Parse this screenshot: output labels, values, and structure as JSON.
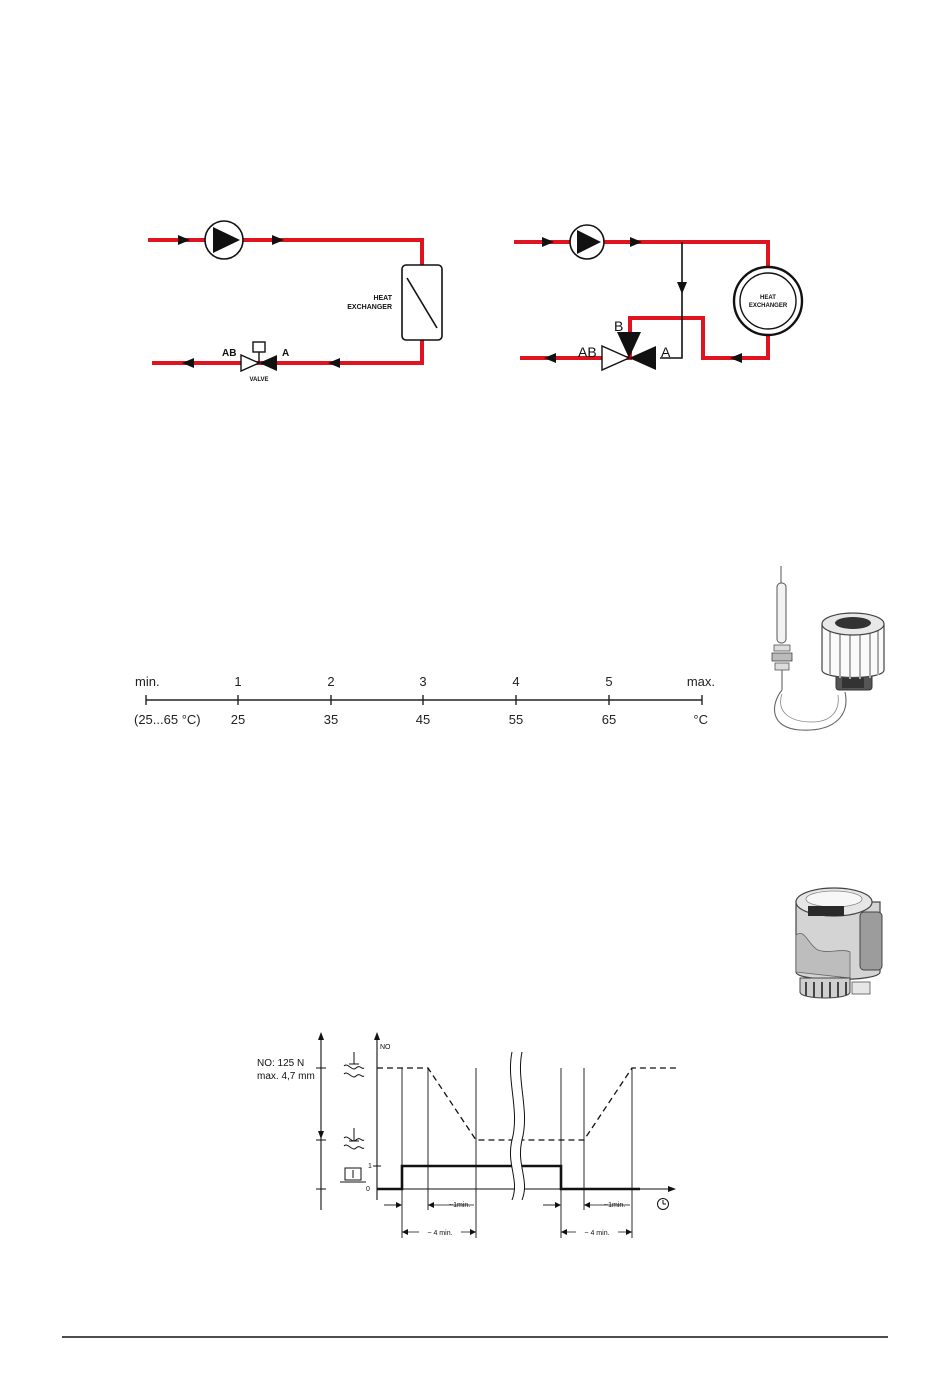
{
  "diagram1": {
    "hx_label_1": "HEAT",
    "hx_label_2": "EXCHANGER",
    "port_ab": "AB",
    "port_a": "A",
    "valve_label": "VALVE"
  },
  "diagram2": {
    "hx_label_1": "HEAT",
    "hx_label_2": "EXCHANGER",
    "port_ab": "AB",
    "port_a": "A",
    "port_b": "B"
  },
  "scale": {
    "top": [
      "min.",
      "1",
      "2",
      "3",
      "4",
      "5",
      "max."
    ],
    "bottom": [
      "(25...65 °C)",
      "25",
      "35",
      "45",
      "55",
      "65",
      "°C"
    ]
  },
  "timing": {
    "force_1": "NO: 125 N",
    "force_2": "max. 4,7 mm",
    "no_label": "NO",
    "level_1": "1",
    "level_0": "0",
    "dur_1min_a": "~1min.",
    "dur_1min_b": "~1min.",
    "dur_4min_a": "~ 4 min.",
    "dur_4min_b": "~ 4 min."
  }
}
